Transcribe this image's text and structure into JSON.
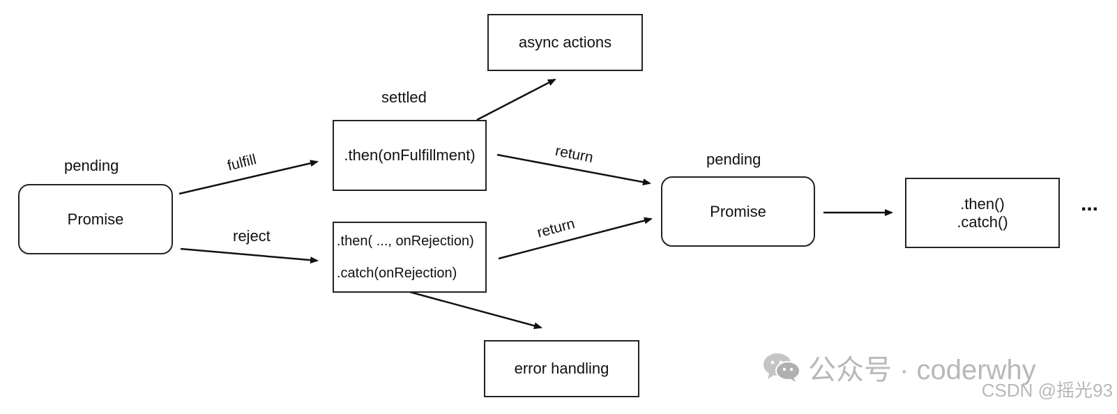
{
  "states": {
    "left_pending": "pending",
    "settled": "settled",
    "right_pending": "pending"
  },
  "nodes": {
    "promise_left": "Promise",
    "then_fulfillment": ".then(onFulfillment)",
    "rejection_line1": ".then( ..., onRejection)",
    "rejection_line2": ".catch(onRejection)",
    "async_actions": "async actions",
    "error_handling": "error handling",
    "promise_right": "Promise",
    "chain_line1": ".then()",
    "chain_line2": ".catch()"
  },
  "edges": {
    "fulfill": "fulfill",
    "reject": "reject",
    "return_top": "return",
    "return_bottom": "return"
  },
  "ellipsis": "...",
  "watermark": {
    "brand": "公众号 · coderwhy",
    "source": "CSDN @摇光93"
  },
  "colors": {
    "stroke": "#222222",
    "watermark": "#b8b8b8"
  }
}
